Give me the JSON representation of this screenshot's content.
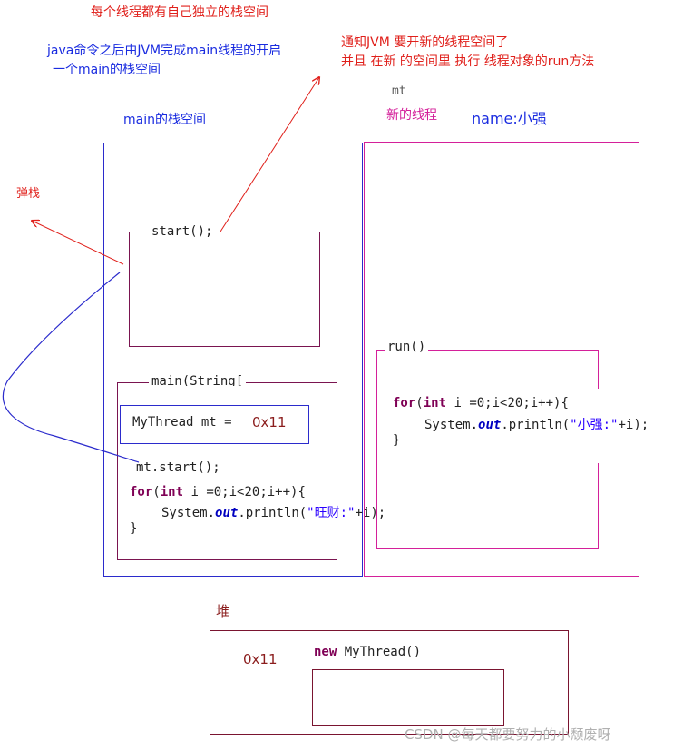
{
  "notes": {
    "each_thread_stack": "每个线程都有自己独立的栈空间",
    "jvm_line1": "java命令之后由JVM完成main线程的开启",
    "jvm_line2": "一个main的栈空间",
    "notify_line1": "通知JVM 要开新的线程空间了",
    "notify_line2": "并且 在新 的空间里 执行 线程对象的run方法",
    "pop_stack": "弹栈",
    "main_stack_label": "main的栈空间",
    "new_thread_label": "新的线程",
    "thread_var": "mt",
    "thread_name": "name:小强",
    "heap_label": "堆",
    "address": "0x11"
  },
  "main_stack": {
    "start_frame": "start();",
    "main_frame_title": "main(String[",
    "var_decl": "MyThread mt = ",
    "var_value": "0x11",
    "call": "mt.start();",
    "loop_kw_for": "for",
    "loop_kw_int": "int",
    "loop_rest": " i =0;i<20;i++){",
    "print_prefix": "System.",
    "print_out": "out",
    "print_mid": ".println(",
    "print_str": "\"旺财:\"",
    "print_suffix": "+i);",
    "close_brace": "}"
  },
  "new_thread_stack": {
    "run_frame_title": "run()",
    "loop_kw_for": "for",
    "loop_kw_int": "int",
    "loop_rest": " i =0;i<20;i++){",
    "print_prefix": "System.",
    "print_out": "out",
    "print_mid": ".println(",
    "print_str": "\"小强:\"",
    "print_suffix": "+i);",
    "close_brace": "}"
  },
  "heap": {
    "address": "0x11",
    "kw_new": "new",
    "constructor": " MyThread()"
  },
  "watermark": "CSDN @每天都要努力的小颓废呀",
  "colors": {
    "red_note": "#e0201b",
    "blue_note": "#1a2ce0",
    "magenta_note": "#d4209a",
    "main_stack_border": "#2b2bcc",
    "thread_stack_border": "#d4209a",
    "frame_border": "#7a1450",
    "heap_border": "#7a1430"
  }
}
